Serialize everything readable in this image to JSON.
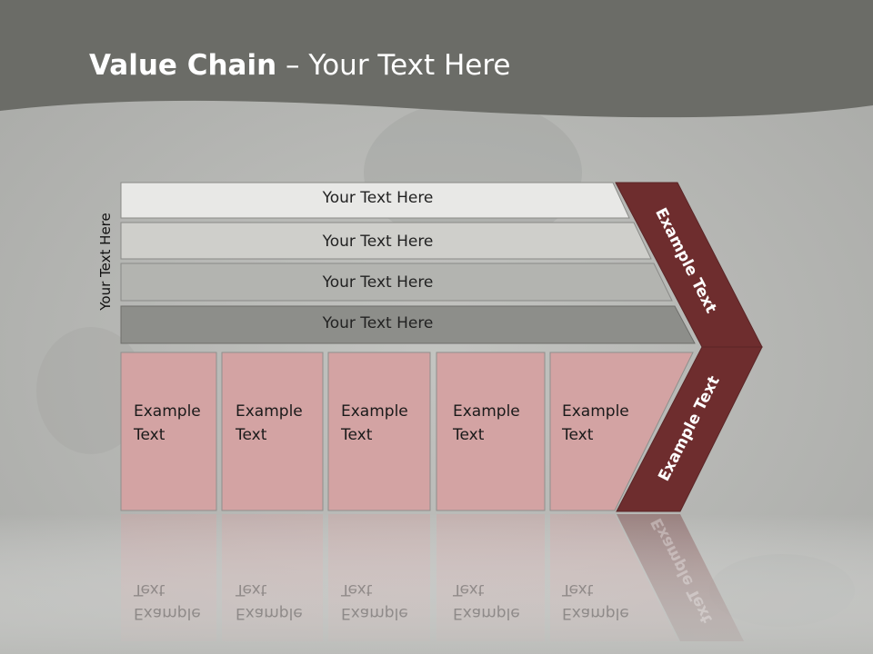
{
  "title": {
    "bold": "Value Chain",
    "rest": " – Your Text Here"
  },
  "side_label": "Your Text Here",
  "rows": [
    {
      "label": "Your Text Here"
    },
    {
      "label": "Your Text Here"
    },
    {
      "label": "Your Text Here"
    },
    {
      "label": "Your Text Here"
    }
  ],
  "cells": [
    {
      "label": "Example\nText"
    },
    {
      "label": "Example\nText"
    },
    {
      "label": "Example\nText"
    },
    {
      "label": "Example\nText"
    },
    {
      "label": "Example\nText"
    }
  ],
  "chevron": {
    "top_label": "Example Text",
    "bottom_label": "Example Text"
  },
  "colors": {
    "header": "#6a6b66",
    "background": "#b8b9b6",
    "row_fills": [
      "#e8e8e6",
      "#cfcfcb",
      "#b3b4b0",
      "#8d8e8a"
    ],
    "cell_fill": "#d3a3a3",
    "chevron": "#6e2d2e"
  }
}
